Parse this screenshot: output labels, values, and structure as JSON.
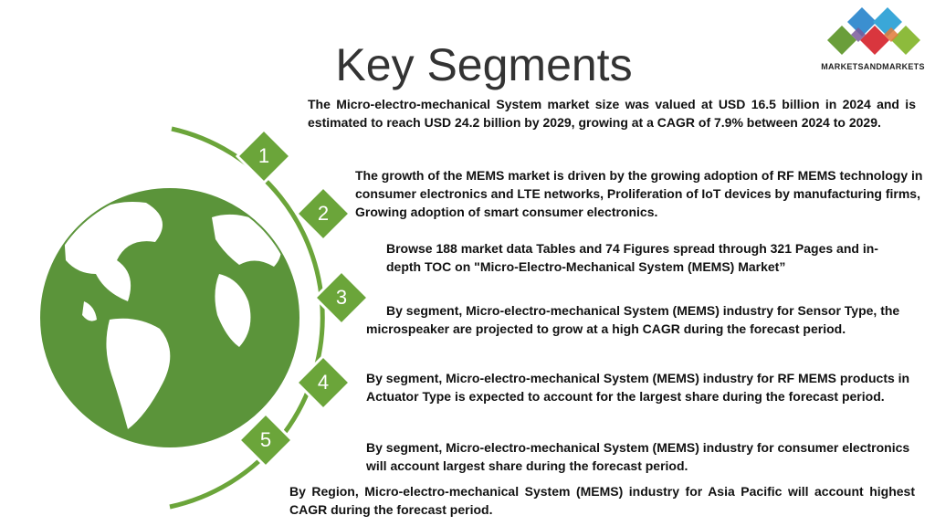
{
  "title": "Key Segments",
  "logo": {
    "text": "MARKETSANDMARKETS"
  },
  "steps": [
    "1",
    "2",
    "3",
    "4",
    "5"
  ],
  "colors": {
    "accent": "#6ba53a",
    "globe": "#5b943a",
    "title": "#333333"
  },
  "paragraphs": [
    "The Micro-electro-mechanical System market size was valued at USD 16.5 billion in 2024 and is estimated to reach USD 24.2 billion by 2029, growing at a CAGR of 7.9% between 2024 to 2029.",
    "The growth of the MEMS  market is driven by the growing adoption of RF MEMS technology in consumer electronics and LTE networks, Proliferation of IoT devices by manufacturing firms, Growing adoption of smart consumer electronics.",
    "Browse 188 market data Tables and 74 Figures spread through 321 Pages and in-depth TOC on \"Micro-Electro-Mechanical System (MEMS) Market”",
    "By segment, Micro-electro-mechanical System (MEMS) industry for Sensor Type, the microspeaker are projected to grow at a high CAGR during the forecast period.",
    "By segment, Micro-electro-mechanical System (MEMS) industry for RF MEMS products in Actuator Type is expected to account for the largest share during the forecast period.",
    " By segment, Micro-electro-mechanical System (MEMS) industry for consumer electronics will account largest share during the forecast period.",
    "By Region, Micro-electro-mechanical System (MEMS) industry for Asia Pacific will account highest CAGR during the forecast period."
  ]
}
